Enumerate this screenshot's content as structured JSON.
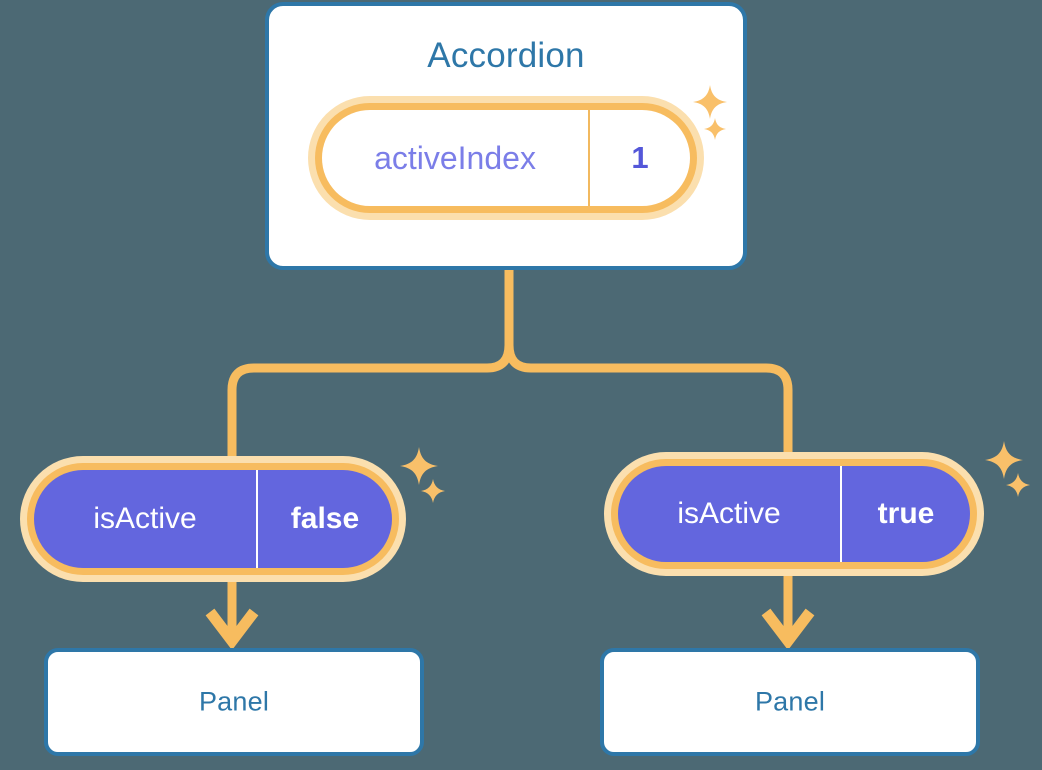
{
  "diagram": {
    "type": "component-state-tree",
    "background_color": "#4C6974",
    "accent_colors": {
      "card_border_blue": "#2E77A8",
      "title_blue": "#2E77A8",
      "pill_ring_amber": "#F7BC5F",
      "pill_halo_amber": "#FBDFAE",
      "connector_amber": "#F7BC5F",
      "pill_purple": "#6366DE",
      "label_purple": "#7B7EE8",
      "value_purple": "#5457D9",
      "sparkle_amber": "#F9C06A"
    }
  },
  "root": {
    "title": "Accordion",
    "state": {
      "key": "activeIndex",
      "value": "1"
    }
  },
  "branches": [
    {
      "side": "left",
      "state": {
        "key": "isActive",
        "value": "false"
      },
      "child": {
        "title": "Panel"
      }
    },
    {
      "side": "right",
      "state": {
        "key": "isActive",
        "value": "true"
      },
      "child": {
        "title": "Panel"
      }
    }
  ],
  "icons": {
    "sparkle_large": "sparkle-icon",
    "sparkle_small": "sparkle-icon"
  }
}
